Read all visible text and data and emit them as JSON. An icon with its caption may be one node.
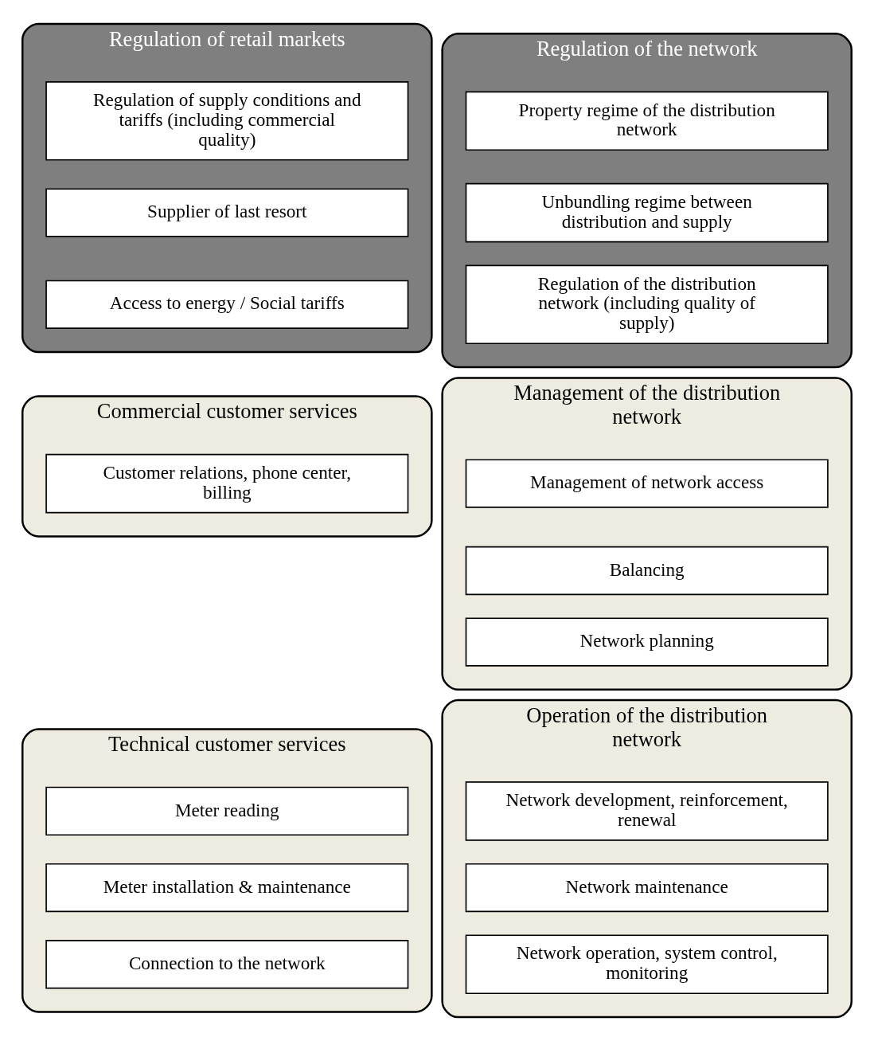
{
  "diagram": {
    "nodes": [
      {
        "text": [
          "Regulation of retail markets"
        ]
      },
      {
        "text": [
          "Regulation of supply conditions and tariffs (including commercial quality)"
        ],
        "in": 0
      },
      {
        "text": [
          "Supplier of last resort"
        ],
        "in": 0
      },
      {
        "text": [
          "Access to energy / Social tariffs"
        ],
        "in": 0
      },
      {
        "text": [
          "Regulation of the network"
        ]
      },
      {
        "text": [
          "Property regime of the distribution network"
        ],
        "in": 4
      },
      {
        "text": [
          "Unbundling regime between distribution and supply"
        ],
        "in": 4
      },
      {
        "text": [
          "Regulation of the distribution network (including quality of supply)"
        ],
        "in": 4
      },
      {
        "text": [
          "Commercial customer services"
        ]
      },
      {
        "text": [
          "Customer relations, phone center, billing"
        ],
        "in": 8
      },
      {
        "text": [
          "Management of the distribution network"
        ]
      },
      {
        "text": [
          "Management of network access"
        ],
        "in": 10
      },
      {
        "text": [
          "Balancing"
        ],
        "in": 10
      },
      {
        "text": [
          "Network planning"
        ],
        "in": 10
      },
      {
        "text": [
          "Technical customer services"
        ]
      },
      {
        "text": [
          "Meter reading"
        ],
        "in": 14
      },
      {
        "text": [
          "Meter installation & maintenance"
        ],
        "in": 14
      },
      {
        "text": [
          "Connection to the network"
        ],
        "in": 14
      },
      {
        "text": [
          "Operation of the distribution network"
        ]
      },
      {
        "text": [
          "Network development, reinforcement, renewal"
        ],
        "in": 18
      },
      {
        "text": [
          "Network maintenance"
        ],
        "in": 18
      },
      {
        "text": [
          "Network operation, system control, monitoring"
        ],
        "in": 18
      }
    ],
    "edges": []
  }
}
